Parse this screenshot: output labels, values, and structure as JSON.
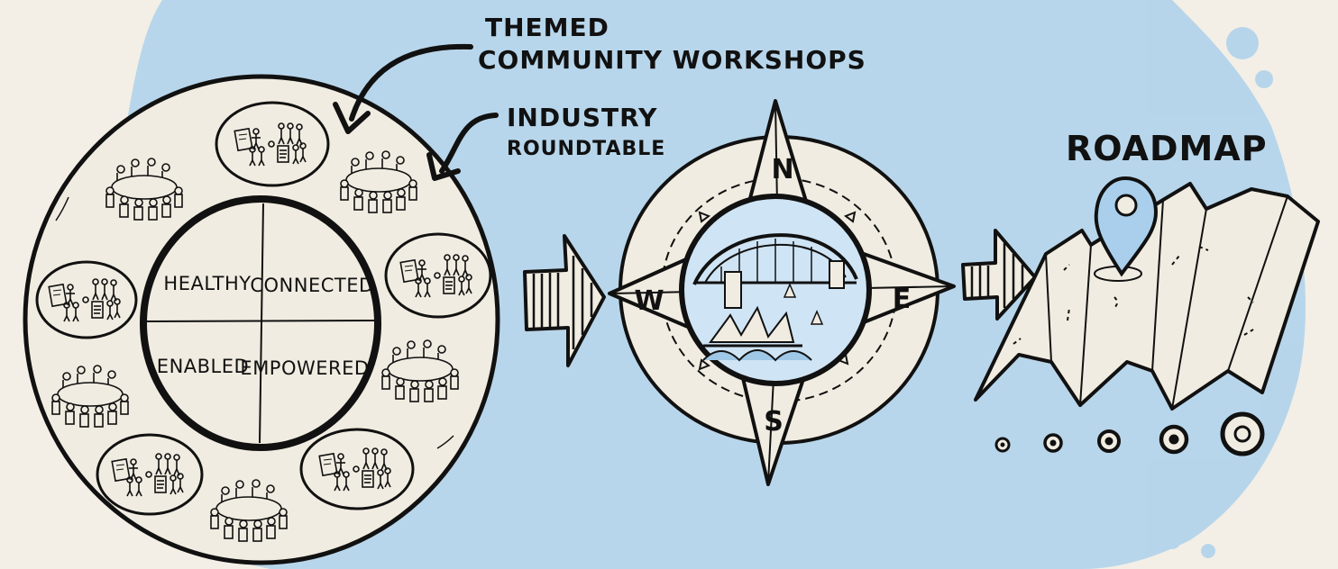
{
  "labels": {
    "themed_line1": "THEMED",
    "themed_line2": "COMMUNITY WORKSHOPS",
    "industry_line1": "INDUSTRY",
    "industry_line2": "ROUNDTABLE",
    "roadmap": "ROADMAP"
  },
  "quadrants": {
    "top_left": "HEALTHY",
    "top_right": "CONNECTED",
    "bottom_left": "ENABLED",
    "bottom_right": "EMPOWERED"
  },
  "compass": {
    "north": "N",
    "south": "S",
    "east": "E",
    "west": "W"
  },
  "colors": {
    "background": "#f3efe6",
    "watercolor": "#a9cfec",
    "ink": "#111111",
    "paper": "#f1ece1"
  },
  "icons": {
    "workshop": "people-presentation-icon",
    "roundtable": "round-table-icon",
    "compass": "compass-rose-icon",
    "map": "folded-map-icon",
    "pin": "location-pin-icon",
    "arrow": "striped-arrow-icon"
  }
}
